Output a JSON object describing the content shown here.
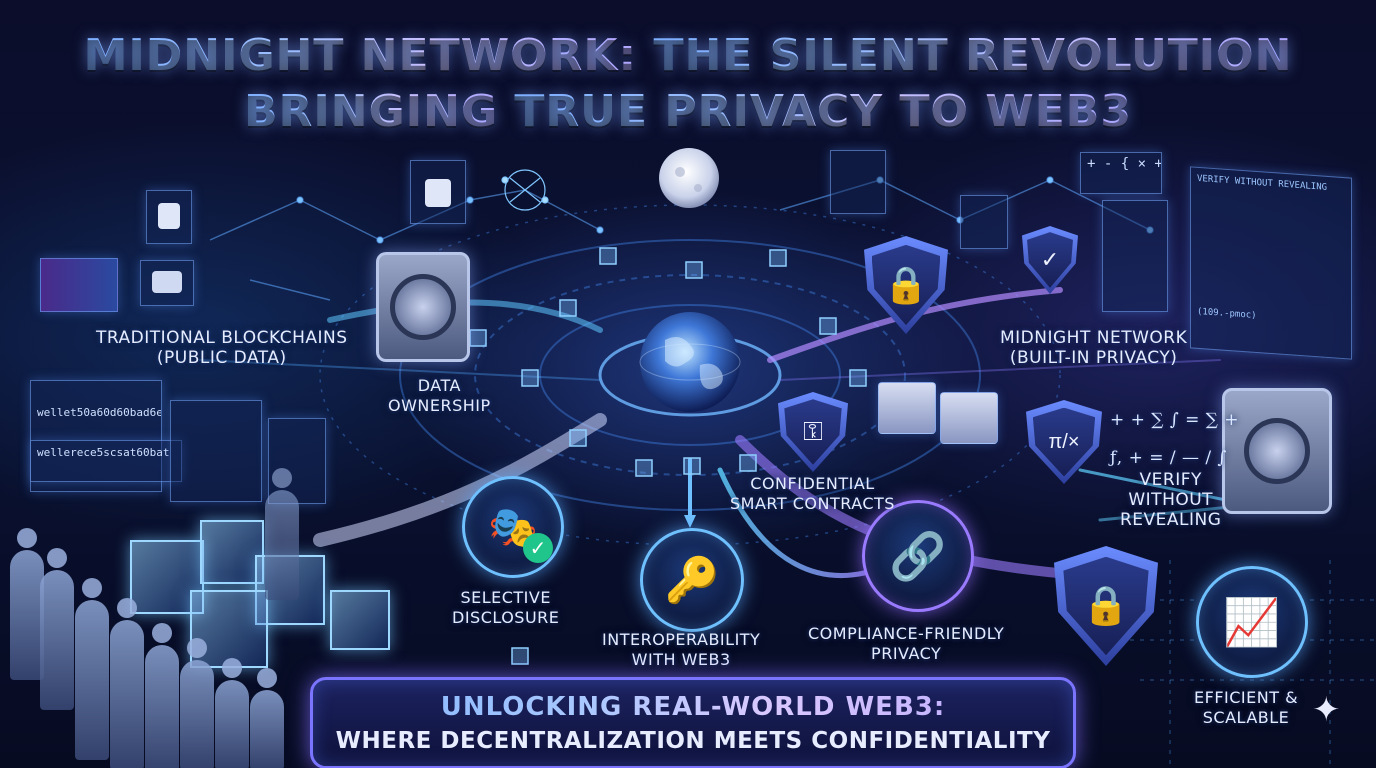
{
  "title": {
    "line1_part1": "MIDNIGHT NETWORK:",
    "line1_part2": "THE SILENT REVOLUTION",
    "line2_part1": "BRINGING",
    "line2_part2": "TRUE PRIVACY TO WEB3"
  },
  "labels": {
    "traditional_line1": "TRADITIONAL BLOCKCHAINS",
    "traditional_line2": "(PUBLIC DATA)",
    "midnight_line1": "MIDNIGHT NETWORK",
    "midnight_line2": "(BUILT-IN PRIVACY)",
    "data_ownership_line1": "DATA",
    "data_ownership_line2": "OWNERSHIP",
    "confidential_line1": "CONFIDENTIAL",
    "confidential_line2": "SMART CONTRACTS",
    "verify_line1": "VERIFY",
    "verify_line2": "WITHOUT",
    "verify_line3": "REVEALING",
    "selective_line1": "SELECTIVE",
    "selective_line2": "DISCLOSURE",
    "interop_line1": "INTEROPERABILITY",
    "interop_line2": "WITH WEB3",
    "compliance_line1": "COMPLIANCE-FRIENDLY",
    "compliance_line2": "PRIVACY",
    "efficient_line1": "EFFICIENT &",
    "efficient_line2": "SCALABLE"
  },
  "banner": {
    "line1": "UNLOCKING REAL-WORLD WEB3:",
    "line2": "WHERE DECENTRALIZATION MEETS CONFIDENTIALITY"
  },
  "decor": {
    "code_left_1": "wellet50a60d60bad6e",
    "code_left_2": "wellerece5scsat60bat",
    "formula_right_1": "+ + ∑ ∫ = ∑ +",
    "formula_right_2": "ƒ, + = / — / ∫",
    "formula_top": "+ - { × + }",
    "code_right_1": "VERIFY WITHOUT REVEALING",
    "code_right_2": "(109.-pmoc)"
  },
  "icons": {
    "moon": "moon-icon",
    "globe": "globe-icon",
    "mask": "mask-icon",
    "key": "key-icon",
    "chain": "chain-link-icon",
    "chart": "growth-chart-icon",
    "lock": "lock-icon",
    "safe": "vault-safe-icon",
    "sparkle": "sparkle-icon"
  },
  "colors": {
    "background": "#070a1e",
    "accent_blue": "#6fc0ff",
    "accent_purple": "#8a6bff",
    "text": "#e6ecff"
  }
}
